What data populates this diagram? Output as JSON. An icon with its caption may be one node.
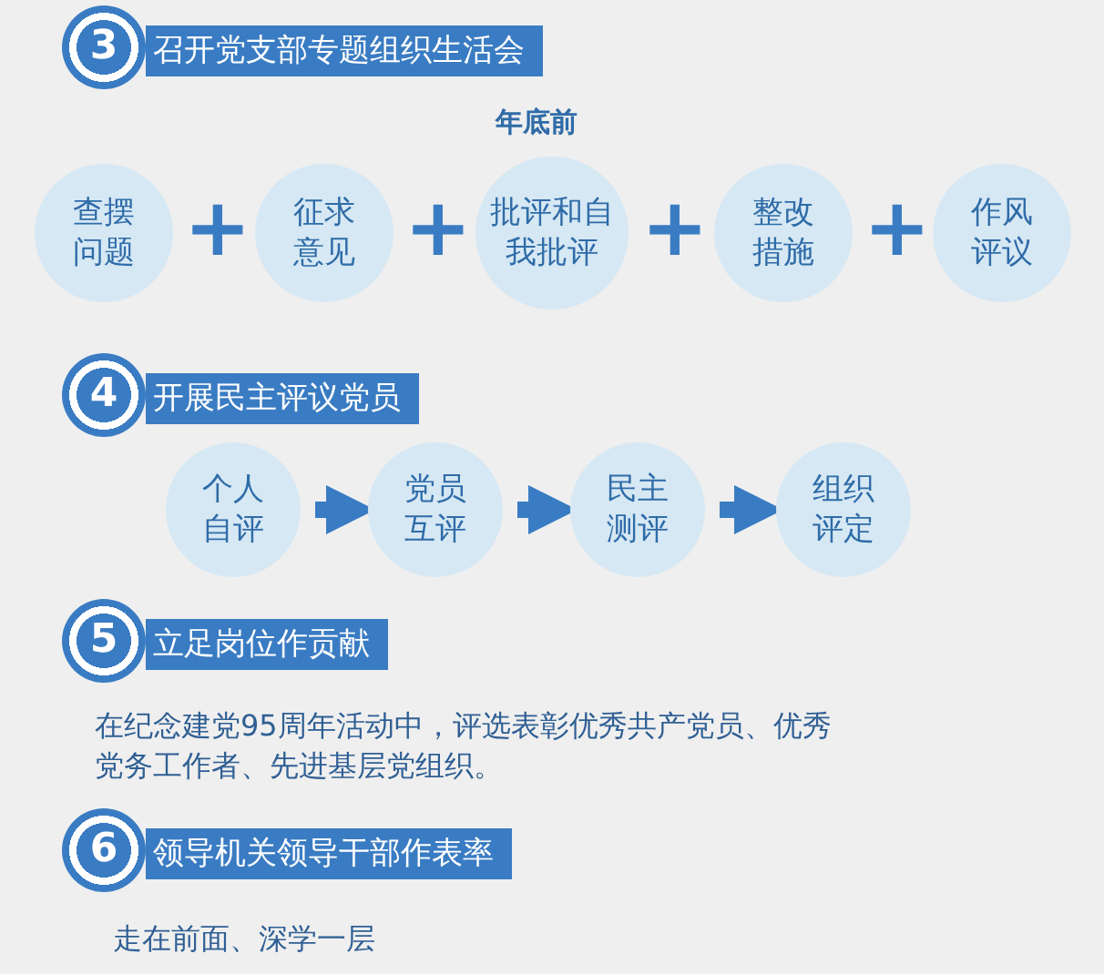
{
  "diagram": {
    "nodes": [
      {
        "text": [
          "3",
          "召开党支部专题组织生活会"
        ]
      },
      {
        "text": [
          "查摆问题"
        ]
      },
      {
        "text": [
          "征求意见"
        ]
      },
      {
        "text": [
          "批评和自我批评"
        ]
      },
      {
        "text": [
          "整改措施"
        ]
      },
      {
        "text": [
          "作风评议"
        ]
      },
      {
        "text": [
          "4",
          "开展民主评议党员"
        ]
      },
      {
        "text": [
          "个人自评"
        ]
      },
      {
        "text": [
          "党员互评"
        ]
      },
      {
        "text": [
          "民主测评"
        ]
      },
      {
        "text": [
          "组织评定"
        ]
      },
      {
        "text": [
          "5",
          "立足岗位作贡献"
        ]
      },
      {
        "text": [
          "6",
          "领导机关领导干部作表率"
        ]
      }
    ],
    "edges": [
      {
        "from": 7,
        "to": 8,
        "arrow": "to"
      },
      {
        "from": 8,
        "to": 9,
        "arrow": "to"
      },
      {
        "from": 9,
        "to": 10,
        "arrow": "to"
      }
    ],
    "labels": [
      "年底前",
      "+",
      "+",
      "+",
      "+",
      "在纪念建党95周年活动中，评选表彰优秀共产党员、优秀党务工作者、先进基层党组织。",
      "走在前面、深学一层"
    ]
  }
}
